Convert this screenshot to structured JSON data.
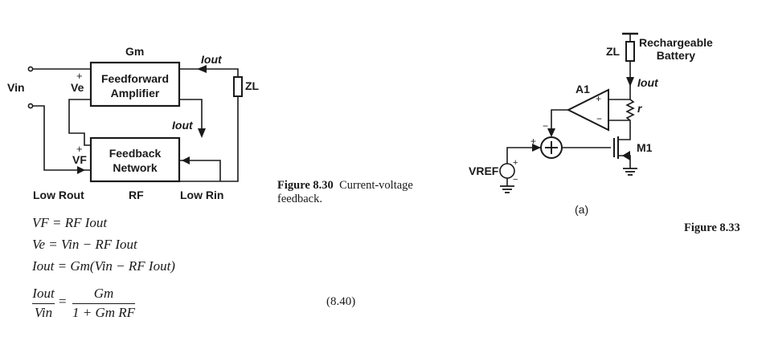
{
  "left_diagram": {
    "gm_label": "Gm",
    "forward_block_line1": "Feedforward",
    "forward_block_line2": "Amplifier",
    "feedback_block_line1": "Feedback",
    "feedback_block_line2": "Network",
    "vin_label": "Vin",
    "ve_label": "Ve",
    "vf_label": "VF",
    "zl_label": "ZL",
    "iout_top": "Iout",
    "iout_mid": "Iout",
    "low_rout": "Low Rout",
    "rf_label": "RF",
    "low_rin": "Low Rin",
    "plus": "+",
    "minus": "−"
  },
  "figure_830_caption": {
    "number": "Figure 8.30",
    "text_line1": "Current-voltage",
    "text_line2": "feedback."
  },
  "equations": {
    "eq1": "VF = RF Iout",
    "eq2": "Ve = Vin − RF Iout",
    "eq3": "Iout = Gm(Vin − RF Iout)",
    "frac_num_left": "Iout",
    "frac_den_left": "Vin",
    "frac_num_right": "Gm",
    "frac_den_right": "1 + Gm RF",
    "eq_number": "(8.40)"
  },
  "right_diagram": {
    "battery_line1": "Rechargeable",
    "battery_line2": "Battery",
    "zl_label": "ZL",
    "iout_label": "Iout",
    "r_label": "r",
    "a1_label": "A1",
    "m1_label": "M1",
    "vref_label": "VREF",
    "sub_label": "(a)",
    "plus": "+",
    "minus": "−"
  },
  "figure_833_caption": "Figure 8.33"
}
